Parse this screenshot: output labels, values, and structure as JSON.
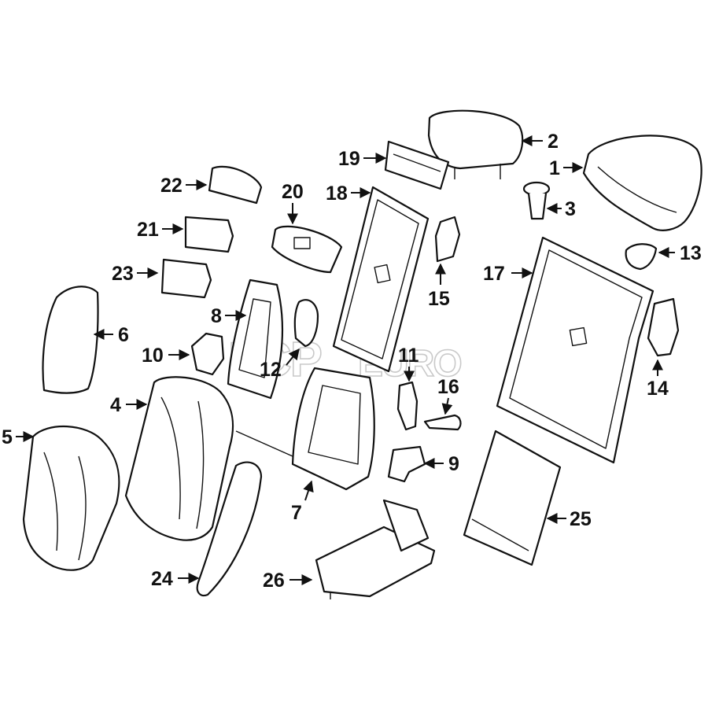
{
  "watermark": {
    "primary": "FCP",
    "secondary": "EURO"
  },
  "callouts": [
    {
      "num": "1"
    },
    {
      "num": "2"
    },
    {
      "num": "3"
    },
    {
      "num": "4"
    },
    {
      "num": "5"
    },
    {
      "num": "6"
    },
    {
      "num": "7"
    },
    {
      "num": "8"
    },
    {
      "num": "9"
    },
    {
      "num": "10"
    },
    {
      "num": "11"
    },
    {
      "num": "12"
    },
    {
      "num": "13"
    },
    {
      "num": "14"
    },
    {
      "num": "15"
    },
    {
      "num": "16"
    },
    {
      "num": "17"
    },
    {
      "num": "18"
    },
    {
      "num": "19"
    },
    {
      "num": "20"
    },
    {
      "num": "21"
    },
    {
      "num": "22"
    },
    {
      "num": "23"
    },
    {
      "num": "24"
    },
    {
      "num": "25"
    },
    {
      "num": "26"
    }
  ]
}
